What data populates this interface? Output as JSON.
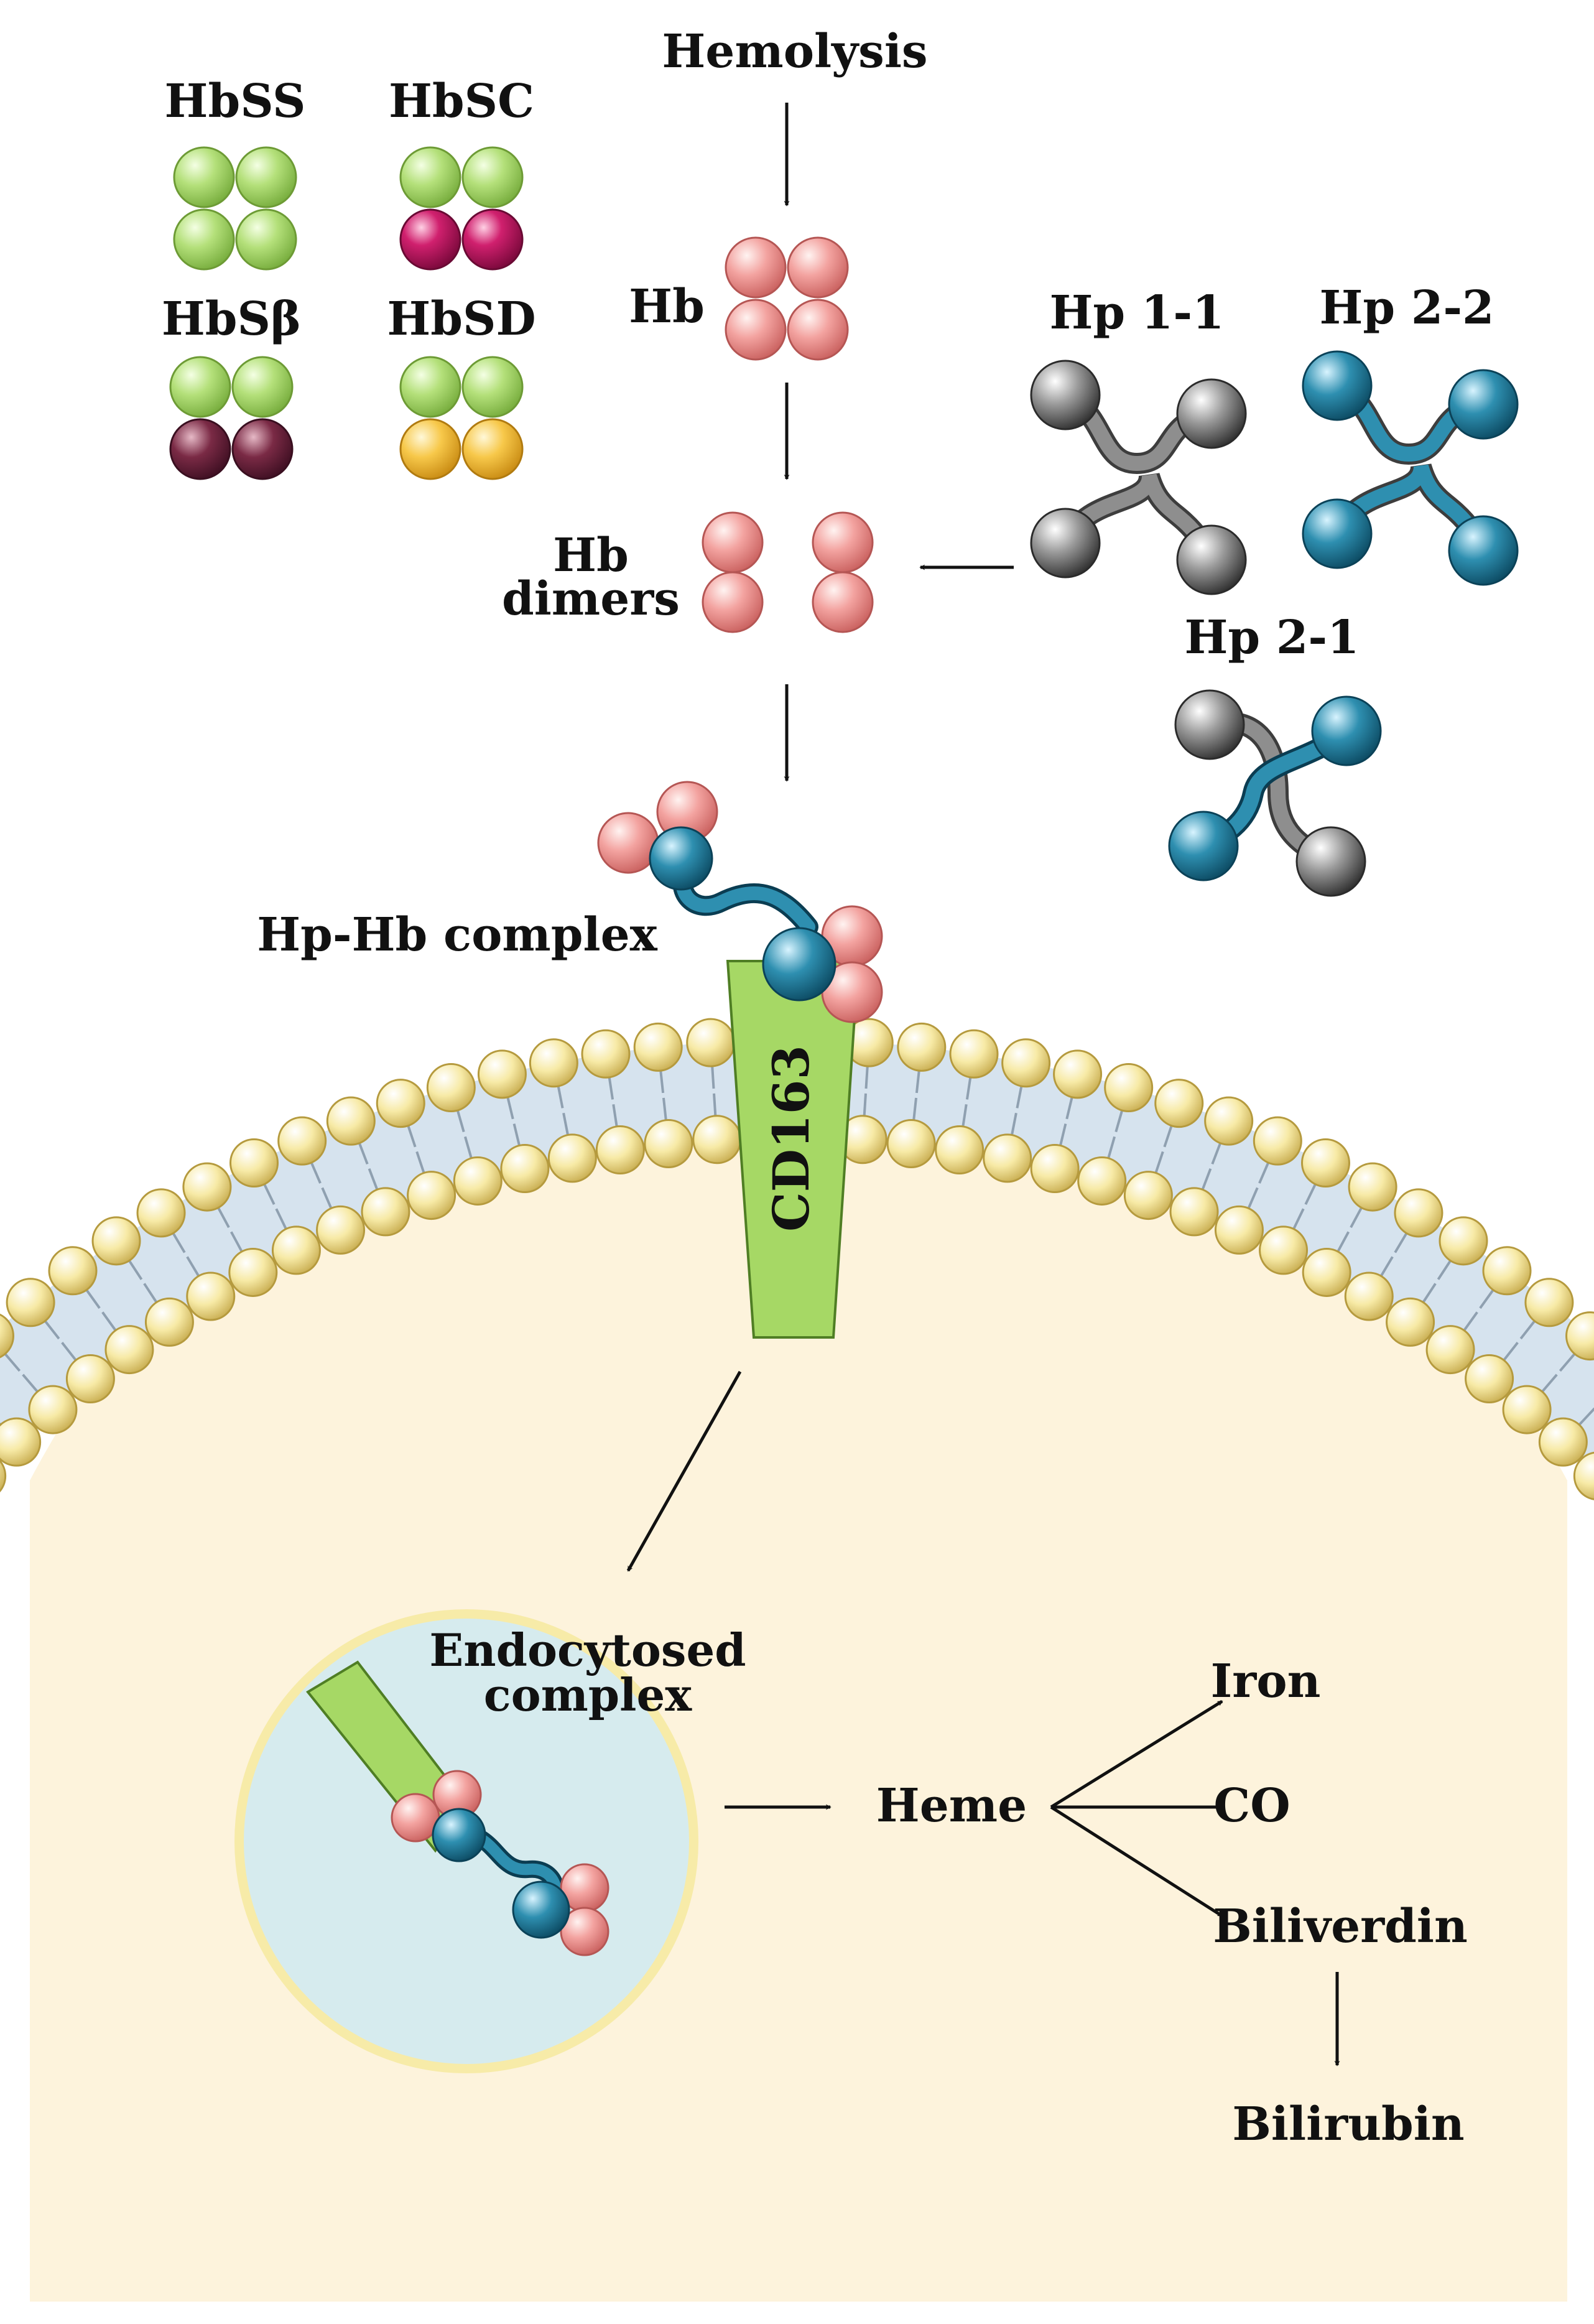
{
  "labels": {
    "hemolysis": "Hemolysis",
    "hb": "Hb",
    "hb_dimers_line1": "Hb",
    "hb_dimers_line2": "dimers",
    "hbss": "HbSS",
    "hbsc": "HbSC",
    "hbsb": "HbSβ",
    "hbsd": "HbSD",
    "hp11": "Hp 1-1",
    "hp22": "Hp 2-2",
    "hp21": "Hp 2-1",
    "hp_hb_complex": "Hp-Hb complex",
    "cd163": "CD163",
    "endocytosed_line1": "Endocytosed",
    "endocytosed_line2": "complex",
    "heme": "Heme",
    "iron": "Iron",
    "co": "CO",
    "biliverdin": "Biliverdin",
    "bilirubin": "Bilirubin"
  },
  "colors": {
    "hb_pink": "#f3a0a0",
    "hbs_green": "#b4e07a",
    "hbc_magenta": "#d0206e",
    "hbb_maroon": "#7a2a45",
    "hbd_yellow": "#f7c84a",
    "hp_gray": "#8a8a8a",
    "hp_teal": "#2e8fb0",
    "cd163_green": "#a6d865",
    "cytoplasm": "#fdf3dc",
    "membrane_band": "#d6e3ee",
    "lipid_head": "#f7e9a2",
    "vesicle": "#d6ebee"
  }
}
